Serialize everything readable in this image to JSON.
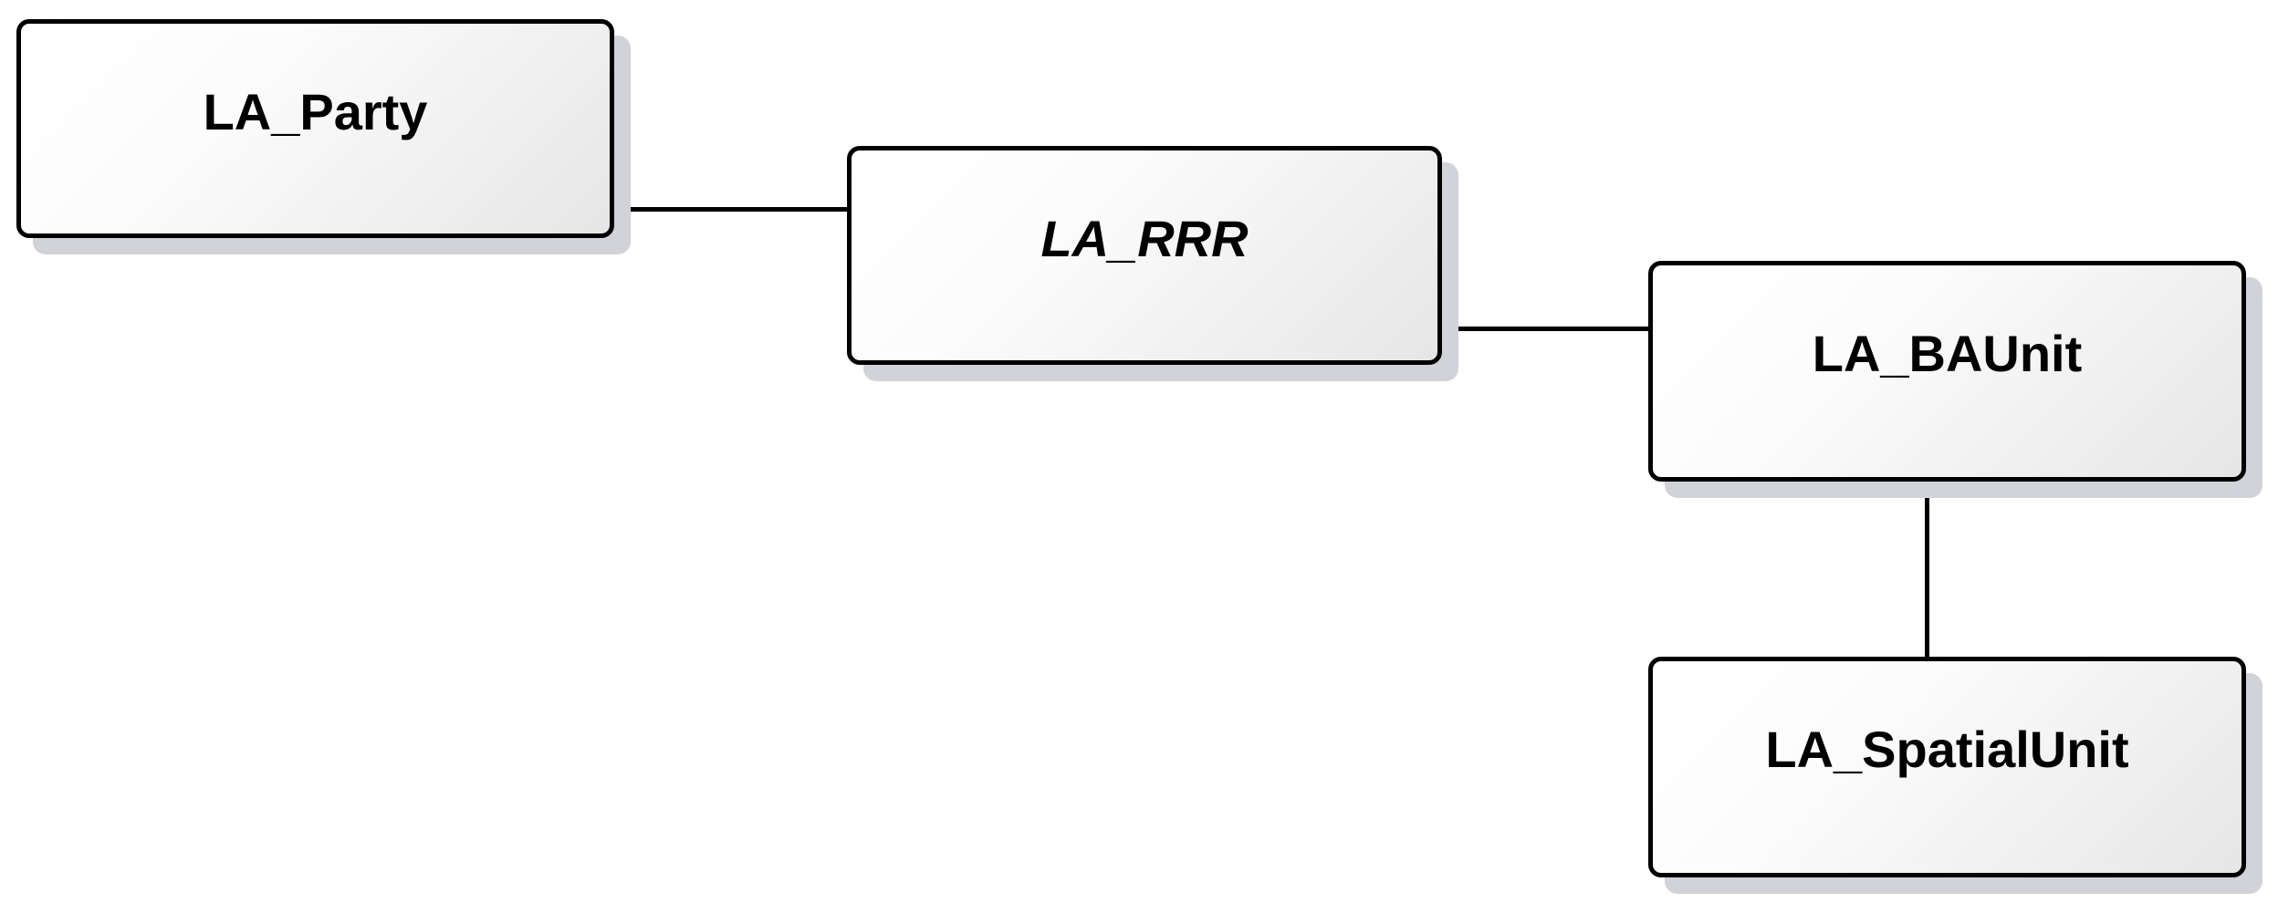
{
  "diagram": {
    "type": "uml-class-diagram",
    "classes": [
      {
        "id": "party",
        "name": "LA_Party",
        "abstract": false
      },
      {
        "id": "rrr",
        "name": "LA_RRR",
        "abstract": true
      },
      {
        "id": "baunit",
        "name": "LA_BAUnit",
        "abstract": false
      },
      {
        "id": "spatialunit",
        "name": "LA_SpatialUnit",
        "abstract": false
      }
    ],
    "associations": [
      {
        "from": "party",
        "to": "rrr"
      },
      {
        "from": "rrr",
        "to": "baunit"
      },
      {
        "from": "baunit",
        "to": "spatialunit"
      }
    ],
    "colors": {
      "border": "#000000",
      "shadow": "#d2d3d9",
      "fill_light": "#ffffff",
      "fill_dark": "#e6e6e6",
      "line": "#000000"
    }
  }
}
